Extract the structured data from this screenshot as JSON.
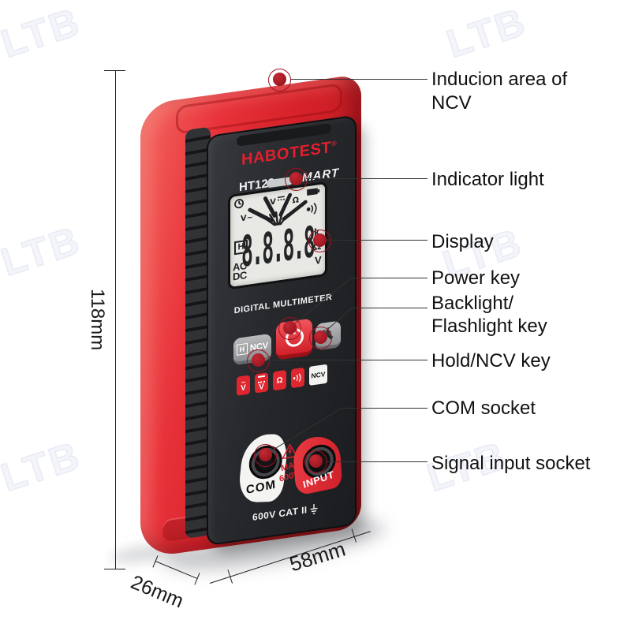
{
  "watermark": {
    "text": "LTB"
  },
  "device": {
    "brand": "HABOTEST",
    "brand_reg": "®",
    "model": "HT123",
    "smart_label": "SMART",
    "panel_title": "DIGITAL MULTIMETER",
    "lcd": {
      "dial_v_ac": "V~",
      "dial_v_dc": "V",
      "dial_ohm": "Ω",
      "hold": "H",
      "digits": "8.8.8.8",
      "ac": "AC",
      "dc": "DC",
      "unit_k": "k",
      "unit_ohm": "Ω",
      "unit_v": "V"
    },
    "buttons": {
      "hold_h": "H",
      "hold_ncv": "NCV"
    },
    "mode_icons": {
      "v_ac_mark": "~",
      "v_ac": "V",
      "v_dc": "V",
      "ohm": "Ω",
      "ncv": "NCV"
    },
    "sockets": {
      "com": "COM",
      "max_line1": "MAX",
      "max_line2": "600V",
      "input": "INPUT"
    },
    "rating": "600V CAT II"
  },
  "callouts": {
    "ncv_line1": "Inducion area of",
    "ncv_line2": "NCV",
    "indicator": "Indicator light",
    "display": "Display",
    "power": "Power key",
    "backlight_line1": "Backlight/",
    "backlight_line2": "Flashlight key",
    "hold": "Hold/NCV key",
    "com": "COM socket",
    "signal": "Signal input socket"
  },
  "dimensions": {
    "height": "118mm",
    "depth": "26mm",
    "width": "58mm"
  }
}
